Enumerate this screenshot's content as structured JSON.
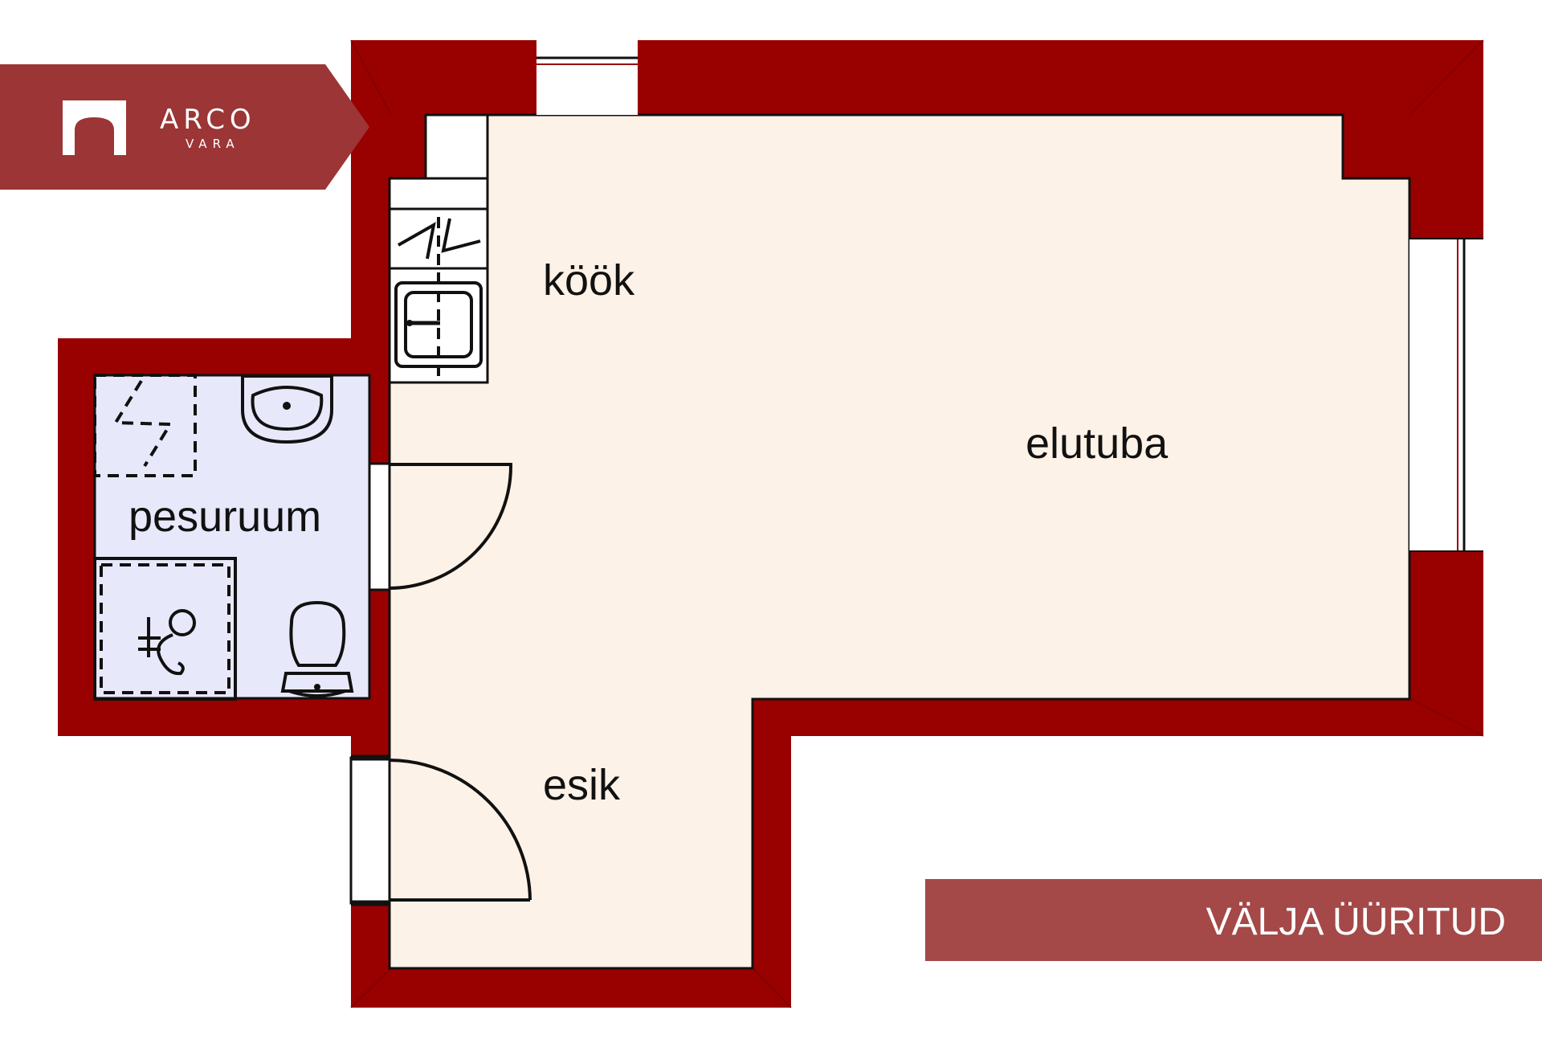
{
  "brand": {
    "name": "ARCO",
    "subname": "VARA",
    "logo_color": "#9c3535"
  },
  "status_banner": {
    "text": "VÄLJA ÜÜRITUD",
    "color": "#a44848"
  },
  "rooms": {
    "kitchen": "köök",
    "living_room": "elutuba",
    "bathroom": "pesuruum",
    "hallway": "esik"
  },
  "colors": {
    "wall": "#990000",
    "floor": "#fdf2e7",
    "bathroom_floor": "#e8e8fb"
  },
  "icons": [
    "house-logo-icon",
    "stove-icon",
    "sink-icon",
    "washbasin-icon",
    "shower-icon",
    "toilet-icon",
    "door-icon",
    "window-icon"
  ]
}
